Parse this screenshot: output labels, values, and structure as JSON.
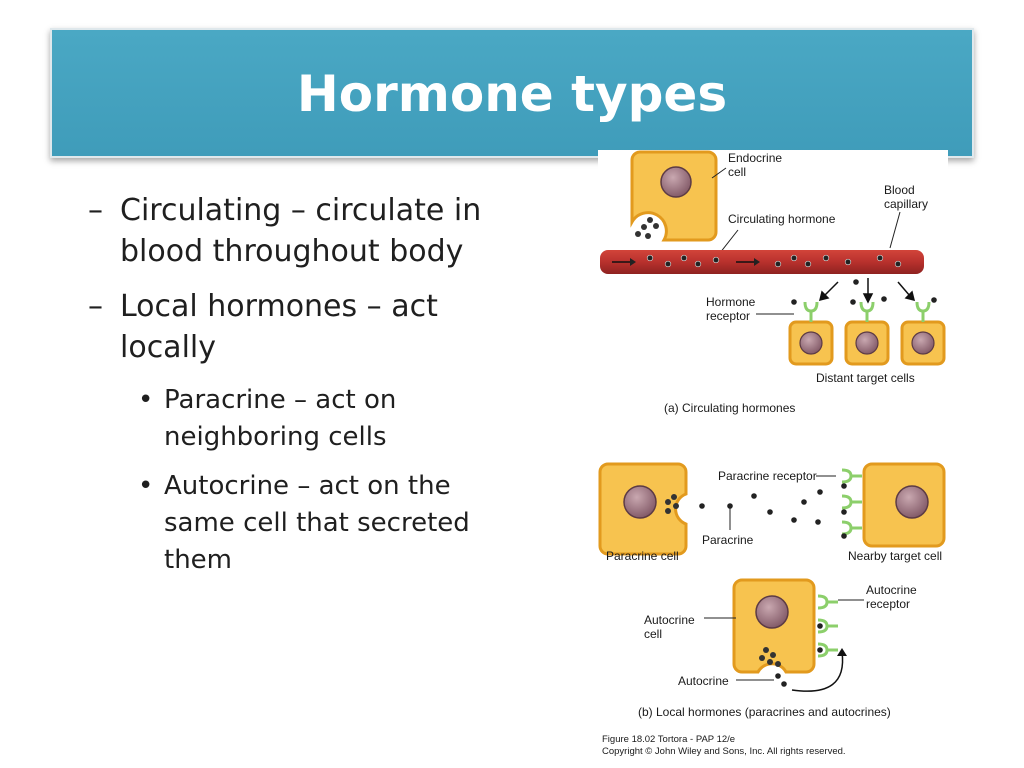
{
  "slide": {
    "title": "Hormone types",
    "bullets": [
      {
        "marker": "–",
        "text": "Circulating – circulate in blood throughout body"
      },
      {
        "marker": "–",
        "text": "Local hormones – act locally"
      }
    ],
    "sub_bullets": [
      {
        "marker": "•",
        "text": "Paracrine – act on neighboring cells"
      },
      {
        "marker": "•",
        "text": "Autocrine – act on the same cell that secreted them"
      }
    ]
  },
  "figure": {
    "endocrine_label": [
      "Endocrine",
      "cell"
    ],
    "blood_label": [
      "Blood",
      "capillary"
    ],
    "circulating_hormone": "Circulating hormone",
    "receptor_label": [
      "Hormone",
      "receptor"
    ],
    "distant_cells": "Distant target cells",
    "caption_a": "(a) Circulating hormones",
    "paracrine_receptor": "Paracrine receptor",
    "paracrine": "Paracrine",
    "paracrine_cell": "Paracrine cell",
    "nearby_cell": "Nearby target cell",
    "autocrine_receptor": [
      "Autocrine",
      "receptor"
    ],
    "autocrine_cell": [
      "Autocrine",
      "cell"
    ],
    "autocrine": "Autocrine",
    "caption_b": "(b) Local hormones (paracrines and autocrines)",
    "credit": "Figure 18.02  Tortora - PAP 12/e",
    "copyright": "Copyright © John Wiley and Sons, Inc. All rights reserved."
  },
  "colors": {
    "title_bar": "#4aa8c4",
    "cell_fill": "#f7c34f",
    "cell_border": "#e29a1e",
    "nucleus": "#9b7280",
    "vessel": "#b8312d",
    "receptor": "#8ccf6b"
  }
}
